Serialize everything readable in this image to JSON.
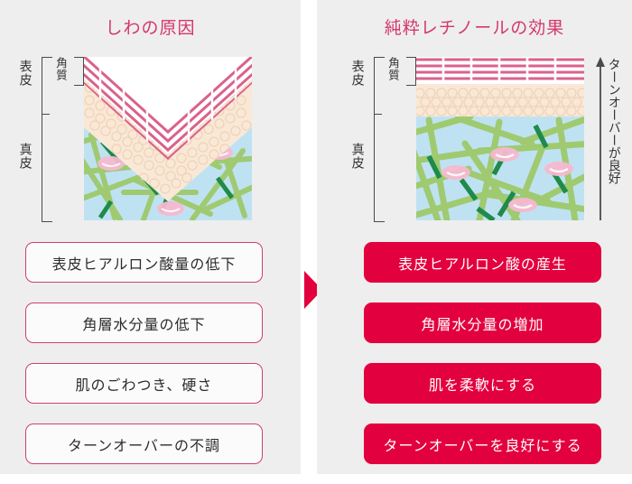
{
  "meta": {
    "accent_pink": "#d4386e",
    "accent_crimson": "#e3003e",
    "panel_bg": "#eeeeee",
    "outline_border": "#cf3f73",
    "dermis_blue": "#bfe2f2",
    "collagen_green": "#9ec96a",
    "elastin_green": "#1f8a4c",
    "corneum_pink": "#d95a86",
    "epidermis_cream": "#f7e3cf",
    "bracket_gray": "#4a4a4a"
  },
  "left_panel": {
    "title": "しわの原因",
    "layers": {
      "epidermis": "表皮",
      "dermis": "真皮",
      "corneum": "角質"
    },
    "illustration_name": "wrinkled-skin-cross-section",
    "bullets": [
      "表皮ヒアルロン酸量の低下",
      "角層水分量の低下",
      "肌のごわつき、硬さ",
      "ターンオーバーの不調"
    ]
  },
  "right_panel": {
    "title": "純粋レチノールの効果",
    "layers": {
      "epidermis": "表皮",
      "dermis": "真皮",
      "corneum": "角質"
    },
    "turnover_label": "ターンオーバーが良好",
    "illustration_name": "smooth-skin-cross-section",
    "bullets": [
      "表皮ヒアルロン酸の産生",
      "角層水分量の増加",
      "肌を柔軟にする",
      "ターンオーバーを良好にする"
    ]
  },
  "center": {
    "arrow_icon": "triangle-right-icon"
  }
}
